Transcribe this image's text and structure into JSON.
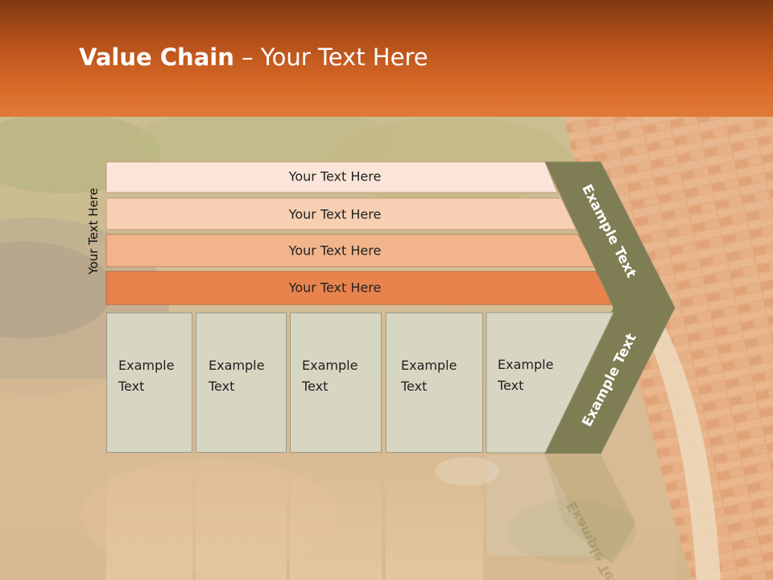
{
  "slide": {
    "title_bold": "Value Chain",
    "title_rest": " – Your Text Here",
    "side_label": "Your Text Here"
  },
  "bars": [
    {
      "label": "Your Text Here",
      "color": "#fbe5d8"
    },
    {
      "label": "Your Text Here",
      "color": "#f7cfb3"
    },
    {
      "label": "Your Text Here",
      "color": "#f2b48b"
    },
    {
      "label": "Your Text Here",
      "color": "#e8834e"
    }
  ],
  "boxes": [
    {
      "label": "Example\nText"
    },
    {
      "label": "Example\nText"
    },
    {
      "label": "Example\nText"
    },
    {
      "label": "Example\nText"
    },
    {
      "label": "Example\nText"
    }
  ],
  "chevron": {
    "top_label": "Example Text",
    "bottom_label": "Example Text",
    "color": "#7e7d54"
  },
  "theme": {
    "header_color": "#d96a28",
    "box_color": "#d6d6c2"
  }
}
